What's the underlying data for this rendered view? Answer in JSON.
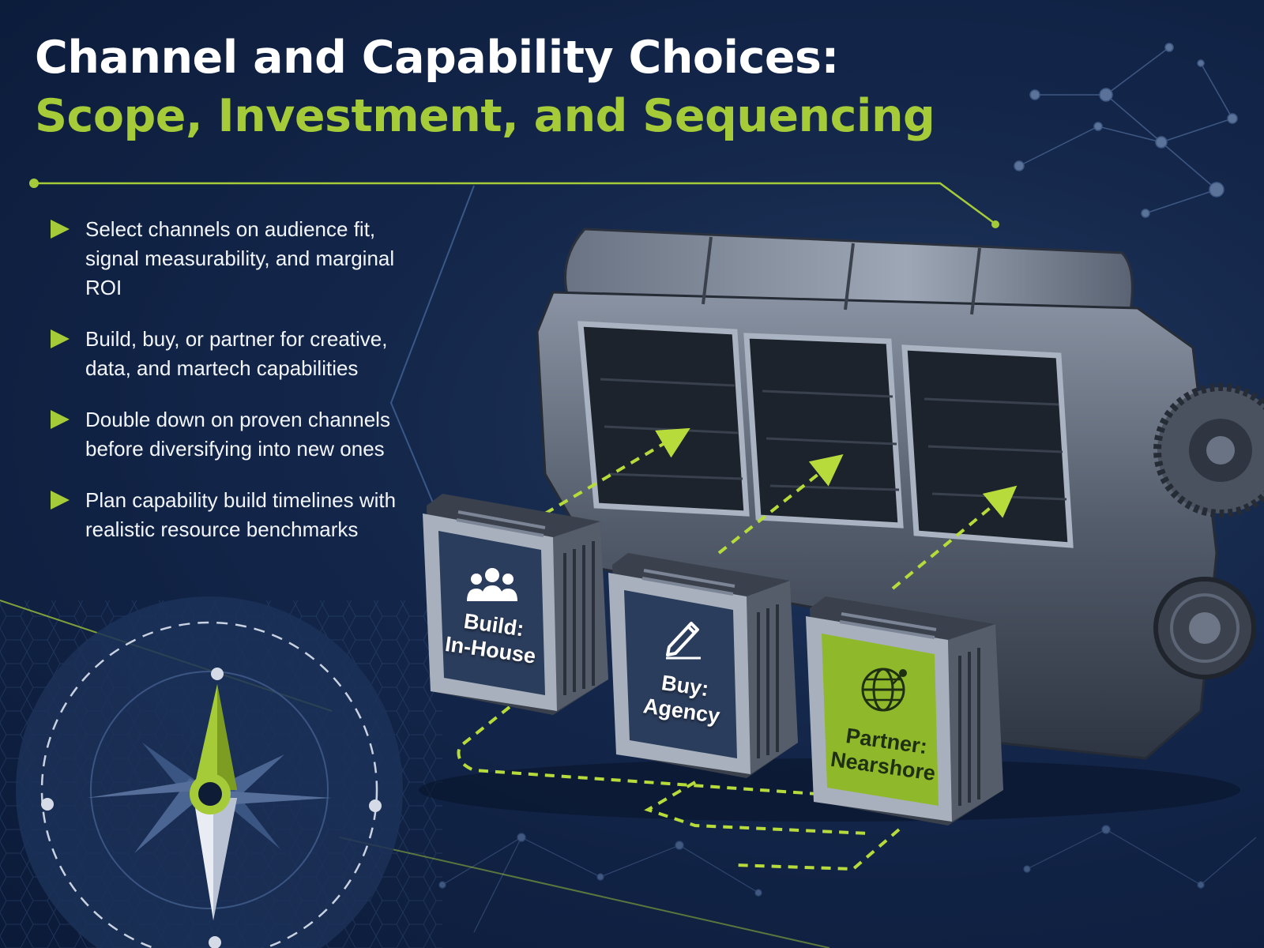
{
  "title": {
    "line1": "Channel and Capability Choices:",
    "line2": "Scope, Investment, and Sequencing"
  },
  "bullets": [
    {
      "text": "Select channels on audience fit, signal measurability, and marginal ROI"
    },
    {
      "text": "Build, buy, or partner for creative, data, and martech capabilities"
    },
    {
      "text": "Double down on proven channels before diversifying into new ones"
    },
    {
      "text": "Plan capability build timelines with realistic resource benchmarks"
    }
  ],
  "modules": [
    {
      "line1": "Build:",
      "line2": "In-House",
      "icon": "people-group-icon"
    },
    {
      "line1": "Buy:",
      "line2": "Agency",
      "icon": "pencil-icon"
    },
    {
      "line1": "Partner:",
      "line2": "Nearshore",
      "icon": "globe-network-icon"
    }
  ],
  "colors": {
    "accent": "#a6cb38",
    "background": "#0f2244",
    "module_dark": "#2b3d5c",
    "module_green": "#8fb82a"
  }
}
